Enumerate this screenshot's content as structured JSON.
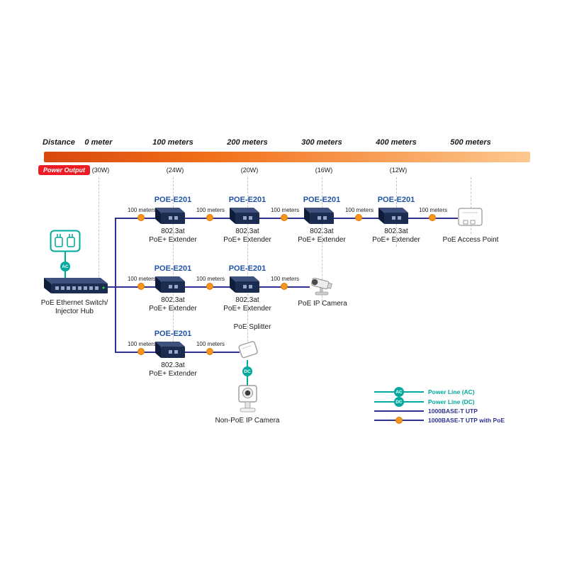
{
  "scale": {
    "title": "Distance",
    "power_output_label": "Power Output",
    "markers": [
      {
        "label": "0 meter",
        "power": "(30W)"
      },
      {
        "label": "100 meters",
        "power": "(24W)"
      },
      {
        "label": "200 meters",
        "power": "(20W)"
      },
      {
        "label": "300 meters",
        "power": "(16W)"
      },
      {
        "label": "400 meters",
        "power": "(12W)"
      },
      {
        "label": "500 meters",
        "power": ""
      }
    ]
  },
  "labels": {
    "extender_model": "POE-E201",
    "extender_line1": "802.3at",
    "extender_line2": "PoE+ Extender",
    "segment": "100 meters",
    "switch_line1": "PoE Ethernet Switch/",
    "switch_line2": "Injector Hub",
    "access_point": "PoE Access Point",
    "ip_camera": "PoE IP Camera",
    "splitter": "PoE Splitter",
    "non_poe_camera": "Non-PoE IP Camera",
    "ac": "AC",
    "dc": "DC"
  },
  "legend": {
    "items": [
      {
        "label": "Power Line (AC)"
      },
      {
        "label": "Power Line (DC)"
      },
      {
        "label": "1000BASE-T UTP"
      },
      {
        "label": "1000BASE-T UTP with PoE"
      }
    ]
  },
  "colors": {
    "navy": "#2e3192",
    "teal": "#00a99d",
    "orange": "#f7941e",
    "red": "#ed1c24",
    "model_blue": "#2053a4",
    "bar_start": "#d8480d",
    "bar_mid": "#f2701b",
    "bar_end": "#fdc98f",
    "grid": "#c4c4c4",
    "text": "#1a1a1a"
  }
}
